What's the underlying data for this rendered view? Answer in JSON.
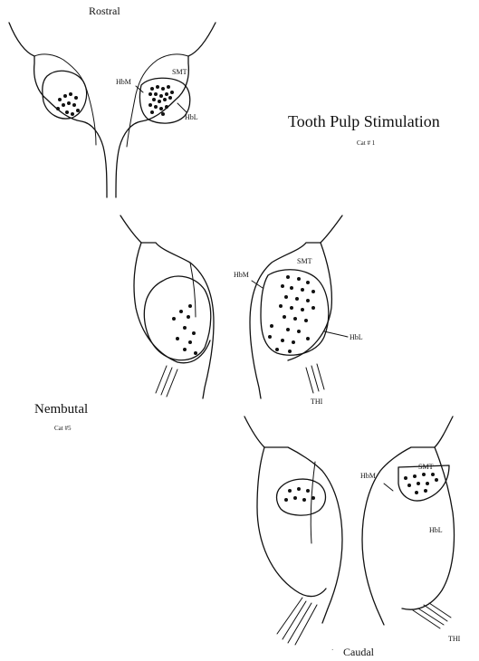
{
  "figure": {
    "orientation_top": "Rostral",
    "orientation_bottom": "Caudal",
    "title": "Tooth Pulp Stimulation",
    "title_case": "Cat # 1",
    "condition": "Nembutal",
    "condition_case": "Cat #5"
  },
  "sections": [
    {
      "labels": {
        "hbm": "HbM",
        "smt": "SMT",
        "hbl": "HbL"
      }
    },
    {
      "labels": {
        "hbm": "HbM",
        "smt": "SMT",
        "hbl": "HbL",
        "thi": "THI"
      }
    },
    {
      "labels": {
        "hbm": "HbM",
        "smt": "SMT",
        "hbl": "HbL",
        "thi": "THI"
      }
    }
  ],
  "colors": {
    "ink": "#111111",
    "background": "#ffffff"
  }
}
